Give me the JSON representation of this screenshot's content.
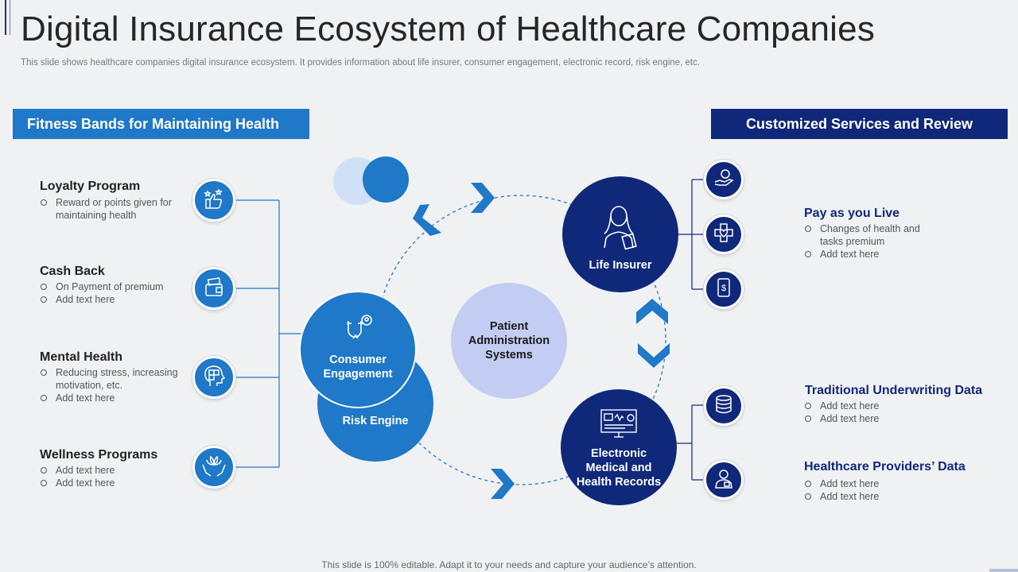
{
  "header": {
    "title": "Digital Insurance Ecosystem of Healthcare Companies",
    "subtitle": "This slide shows healthcare companies digital insurance ecosystem. It provides information about life insurer, consumer engagement, electronic record, risk engine, etc."
  },
  "left_banner": "Fitness Bands for Maintaining Health",
  "right_banner": "Customized Services and Review",
  "left_items": [
    {
      "title": "Loyalty Program",
      "bullets": [
        "Reward or points given for maintaining health"
      ]
    },
    {
      "title": "Cash Back",
      "bullets": [
        "On Payment of premium",
        "Add text here"
      ]
    },
    {
      "title": "Mental Health",
      "bullets": [
        "Reducing stress, increasing motivation, etc.",
        "Add text here"
      ]
    },
    {
      "title": "Wellness Programs",
      "bullets": [
        "Add text here",
        "Add text here"
      ]
    }
  ],
  "right_items": [
    {
      "title": "Pay as you Live",
      "bullets": [
        "Changes of health and tasks premium",
        "Add text here"
      ]
    },
    {
      "title": "Traditional Underwriting Data",
      "bullets": [
        "Add text here",
        "Add text here"
      ]
    },
    {
      "title": "Healthcare Providers’ Data",
      "bullets": [
        "Add text here",
        "Add text here"
      ]
    }
  ],
  "nodes": {
    "consumer_engagement": "Consumer Engagement",
    "risk_engine": "Risk Engine",
    "patient_admin": "Patient Administration Systems",
    "life_insurer": "Life Insurer",
    "emr": "Electronic Medical and Health Records"
  },
  "colors": {
    "primary_blue": "#1f78c8",
    "dark_navy": "#10287a",
    "light_lavender": "#c3cdf3",
    "pale_blue": "#cfe0f7"
  },
  "icons": {
    "left": [
      "thumbs-up-stars-icon",
      "wallet-cash-icon",
      "head-puzzle-icon",
      "hands-lotus-icon"
    ],
    "right": [
      "hand-coin-icon",
      "medical-shield-icon",
      "mobile-dollar-icon",
      "database-icon",
      "doctor-icon"
    ]
  },
  "footer": "This slide is 100% editable. Adapt it to your needs and capture your audience’s attention."
}
